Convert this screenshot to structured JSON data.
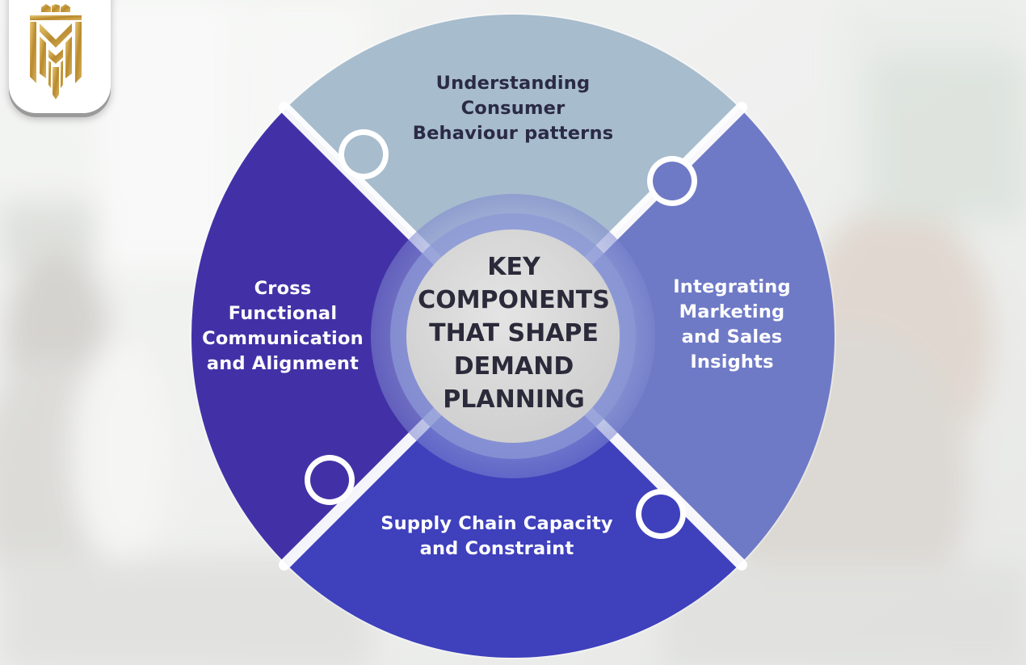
{
  "diagram": {
    "center_title_lines": [
      "KEY",
      "COMPONENTS",
      "THAT SHAPE",
      "DEMAND",
      "PLANNING"
    ],
    "pieces": {
      "top": {
        "lines": [
          "Understanding",
          "Consumer",
          "Behaviour patterns"
        ],
        "color": "#a7bccd"
      },
      "right": {
        "lines": [
          "Integrating",
          "Marketing",
          "and Sales",
          "Insights"
        ],
        "color": "#6f7ac6"
      },
      "bottom": {
        "lines": [
          "Supply Chain Capacity",
          "and Constraint"
        ],
        "color": "#3e40bc"
      },
      "left": {
        "lines": [
          "Cross",
          "Functional",
          "Communication",
          "and Alignment"
        ],
        "color": "#4231a6"
      }
    },
    "center_color": "#d8d8d8"
  },
  "logo": {
    "icon": "crown-shield-logo",
    "color": "#c9a045"
  }
}
